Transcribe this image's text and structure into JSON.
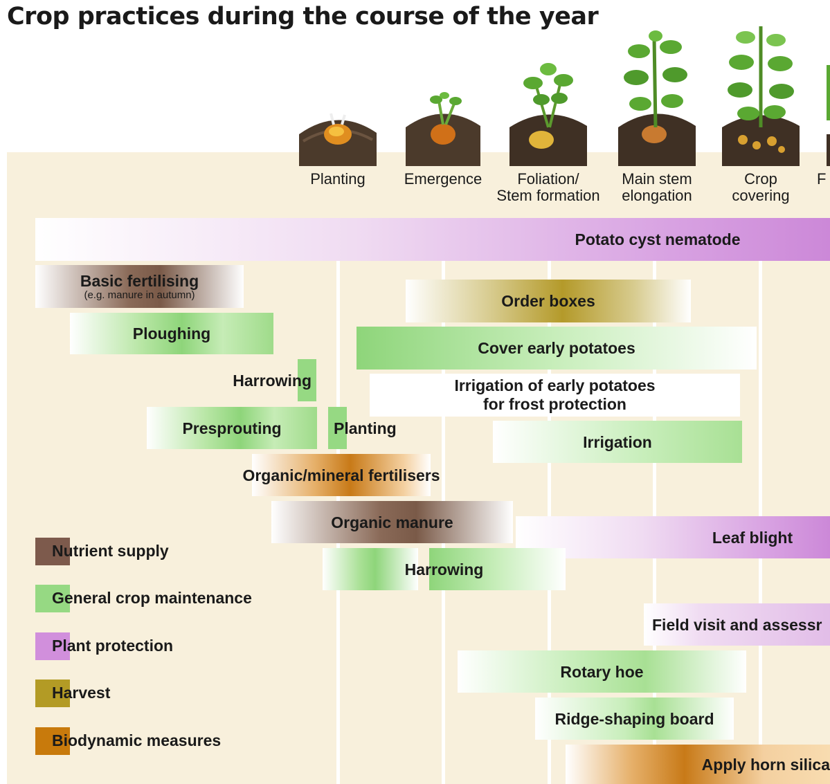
{
  "title": "Crop practices during the course of the year",
  "stages": [
    {
      "lines": [
        "Planting"
      ]
    },
    {
      "lines": [
        "Emergence"
      ]
    },
    {
      "lines": [
        "Foliation/",
        "Stem formation"
      ]
    },
    {
      "lines": [
        "Main stem",
        "elongation"
      ]
    },
    {
      "lines": [
        "Crop",
        "covering"
      ]
    },
    {
      "lines": [
        "F"
      ]
    }
  ],
  "bars": {
    "potato_cyst_nematode": "Potato cyst nematode",
    "basic_fertilising": "Basic fertilising",
    "basic_fertilising_note": "(e.g. manure in autumn)",
    "order_boxes": "Order boxes",
    "ploughing": "Ploughing",
    "cover_early_potatoes": "Cover early potatoes",
    "harrowing_1": "Harrowing",
    "irrigation_frost_line1": "Irrigation of early potatoes",
    "irrigation_frost_line2": "for frost protection",
    "presprouting": "Presprouting",
    "planting": "Planting",
    "irrigation": "Irrigation",
    "organic_mineral_fertilisers": "Organic/mineral fertilisers",
    "organic_manure": "Organic manure",
    "leaf_blight": "Leaf blight",
    "harrowing_2": "Harrowing",
    "field_visit": "Field visit and assessr",
    "rotary_hoe": "Rotary hoe",
    "ridge_shaping_board": "Ridge-shaping board",
    "apply_horn_silica": "Apply horn silica"
  },
  "legend": [
    {
      "label": "Nutrient supply",
      "color": "#7d5a4c"
    },
    {
      "label": "General crop maintenance",
      "color": "#96d983"
    },
    {
      "label": "Plant protection",
      "color": "#d18fdc"
    },
    {
      "label": "Harvest",
      "color": "#b39b25"
    },
    {
      "label": "Biodynamic measures",
      "color": "#c87a0c"
    }
  ]
}
